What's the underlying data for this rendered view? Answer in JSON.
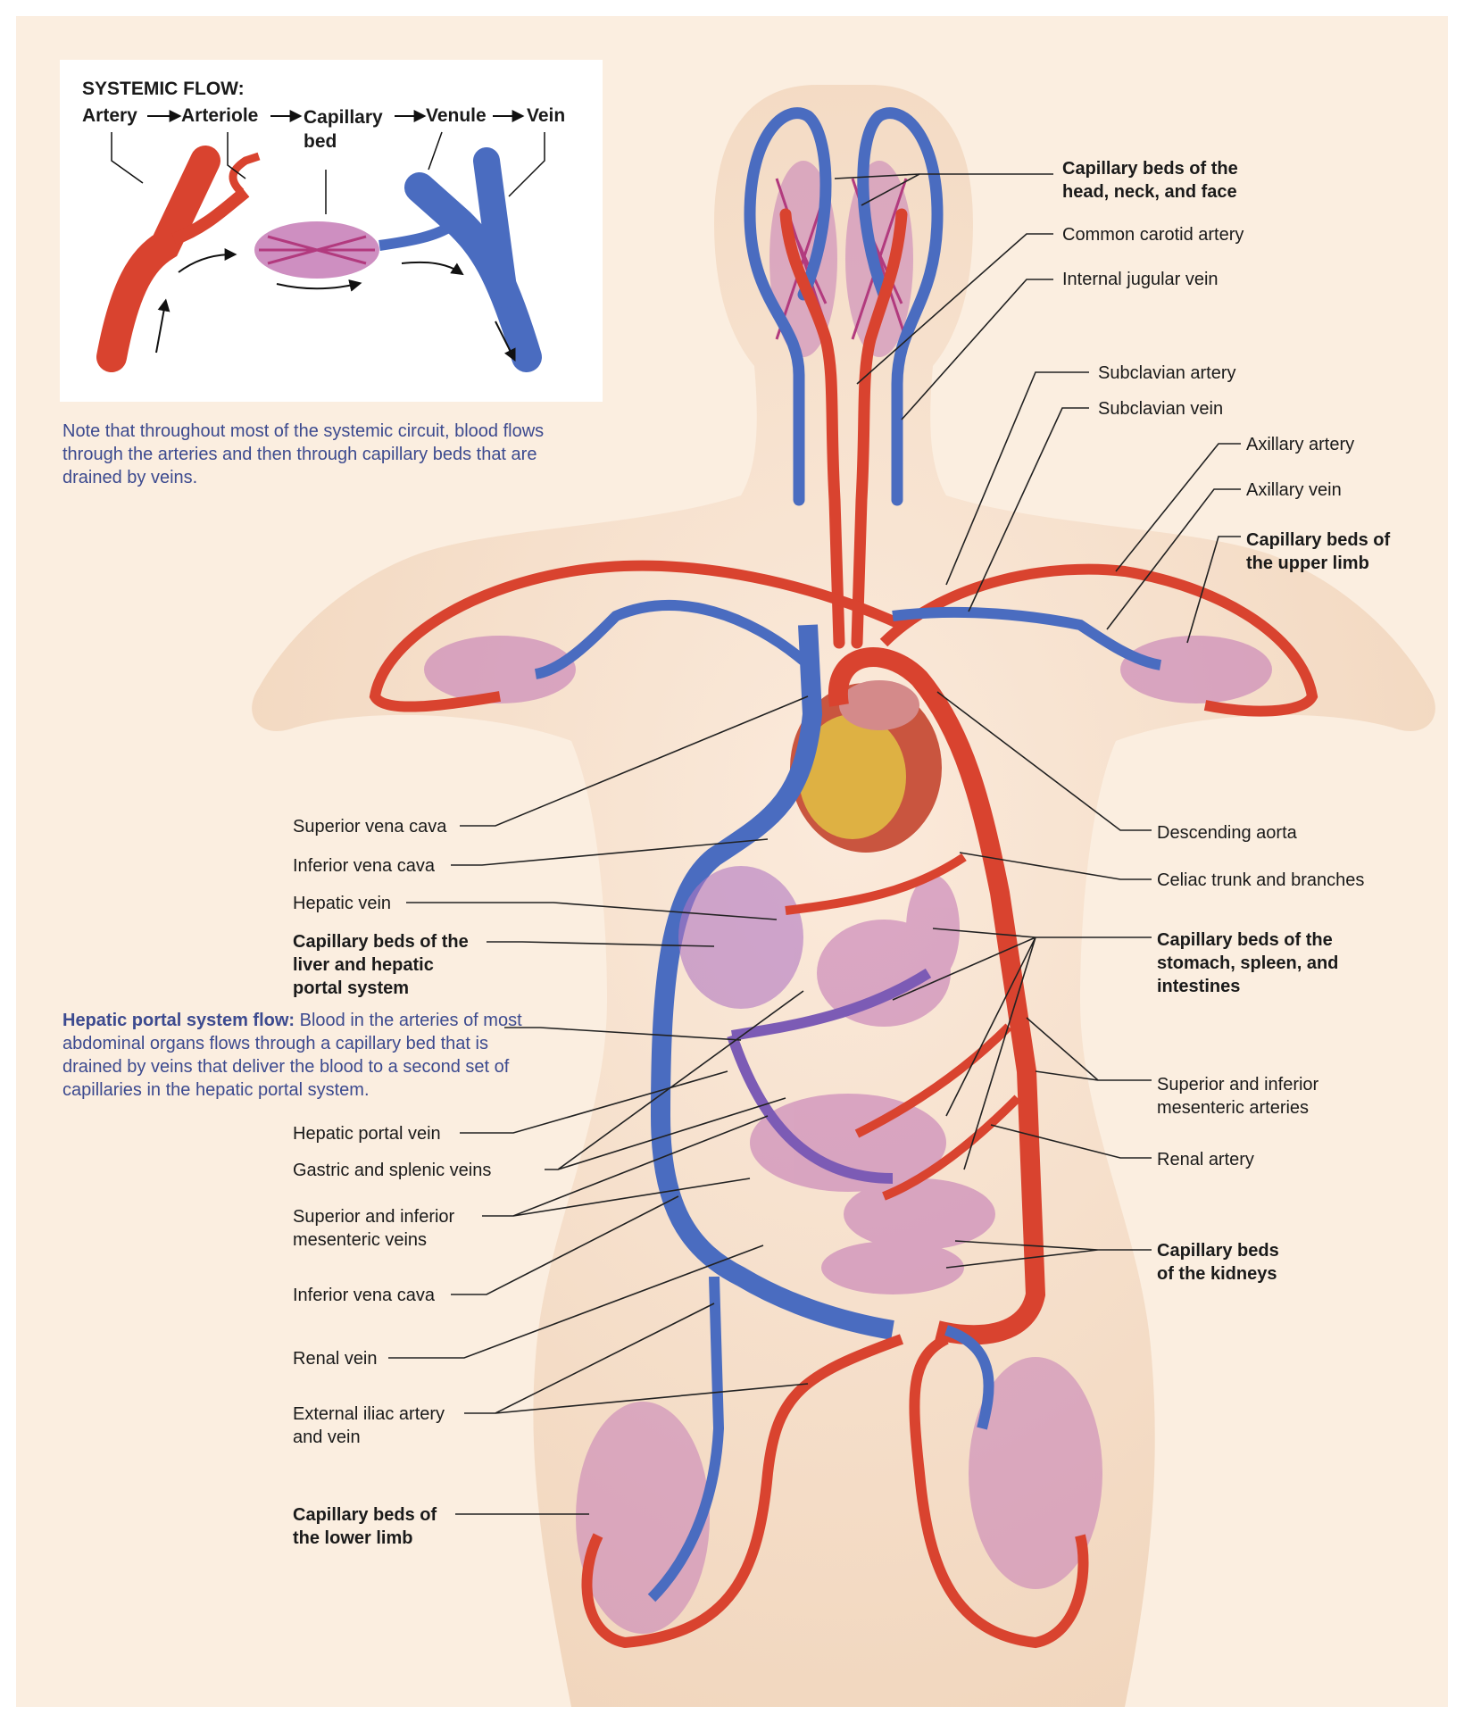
{
  "inset": {
    "title": "SYSTEMIC FLOW:",
    "steps": [
      "Artery",
      "Arteriole",
      "Capillary\nbed",
      "Venule",
      "Vein"
    ]
  },
  "note_top": "Note that throughout most of the systemic circuit, blood flows through the arteries and then through capillary beds that are drained by veins.",
  "portal_note": {
    "heading": "Hepatic portal system flow:",
    "text": "Blood in the arteries of most abdominal organs flows through a capillary bed that is drained by veins that deliver the blood to a second set of capillaries in the hepatic portal system."
  },
  "labels_right": [
    {
      "text": "Capillary beds of the\nhead, neck, and face",
      "bold": true
    },
    {
      "text": "Common carotid artery",
      "bold": false
    },
    {
      "text": "Internal jugular vein",
      "bold": false
    },
    {
      "text": "Subclavian artery",
      "bold": false
    },
    {
      "text": "Subclavian vein",
      "bold": false
    },
    {
      "text": "Axillary artery",
      "bold": false
    },
    {
      "text": "Axillary vein",
      "bold": false
    },
    {
      "text": "Capillary beds of\nthe upper limb",
      "bold": true
    },
    {
      "text": "Descending aorta",
      "bold": false
    },
    {
      "text": "Celiac trunk and branches",
      "bold": false
    },
    {
      "text": "Capillary beds of the\nstomach, spleen, and\nintestines",
      "bold": true
    },
    {
      "text": "Superior and inferior\nmesenteric arteries",
      "bold": false
    },
    {
      "text": "Renal artery",
      "bold": false
    },
    {
      "text": "Capillary beds\nof the kidneys",
      "bold": true
    }
  ],
  "labels_left": [
    {
      "text": "Superior vena cava",
      "bold": false
    },
    {
      "text": "Inferior vena cava",
      "bold": false
    },
    {
      "text": "Hepatic vein",
      "bold": false
    },
    {
      "text": "Capillary beds of the\nliver and hepatic\nportal system",
      "bold": true
    },
    {
      "text": "Hepatic portal vein",
      "bold": false
    },
    {
      "text": "Gastric and splenic veins",
      "bold": false
    },
    {
      "text": "Superior and inferior\nmesenteric veins",
      "bold": false
    },
    {
      "text": "Inferior vena cava",
      "bold": false
    },
    {
      "text": "Renal vein",
      "bold": false
    },
    {
      "text": "External iliac artery\nand vein",
      "bold": false
    },
    {
      "text": "Capillary beds of\nthe lower limb",
      "bold": true
    }
  ],
  "colors": {
    "artery": "#d9432f",
    "vein": "#4a6cc0",
    "capillary": "#a04fa0",
    "skin": "#f6e1cc",
    "note": "#3c4a8f"
  }
}
